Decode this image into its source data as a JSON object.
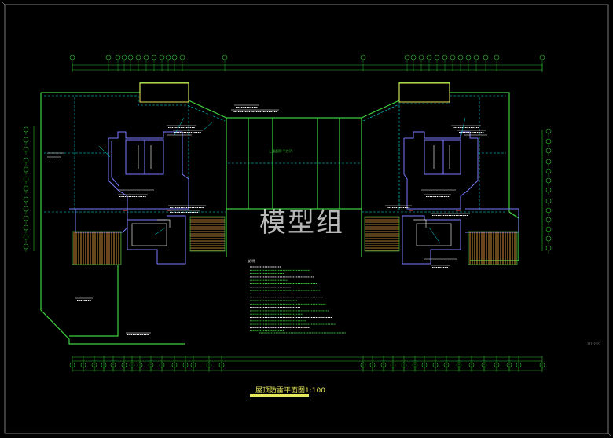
{
  "drawing": {
    "title": "屋顶防雷平面图1:100",
    "watermark": "模型组",
    "notes_heading": "说 明",
    "center_label": "上露面积:平方(?)",
    "stamp": "????????"
  },
  "colors": {
    "background": "#000000",
    "wall": "#3fd13f",
    "inner_wall": "#7a7aff",
    "lightning_line": "#00e6e6",
    "annotation": "#ffffff",
    "grid_axis": "#2fbf2f",
    "title": "#e8e85a",
    "hatch": "#ffb347"
  }
}
